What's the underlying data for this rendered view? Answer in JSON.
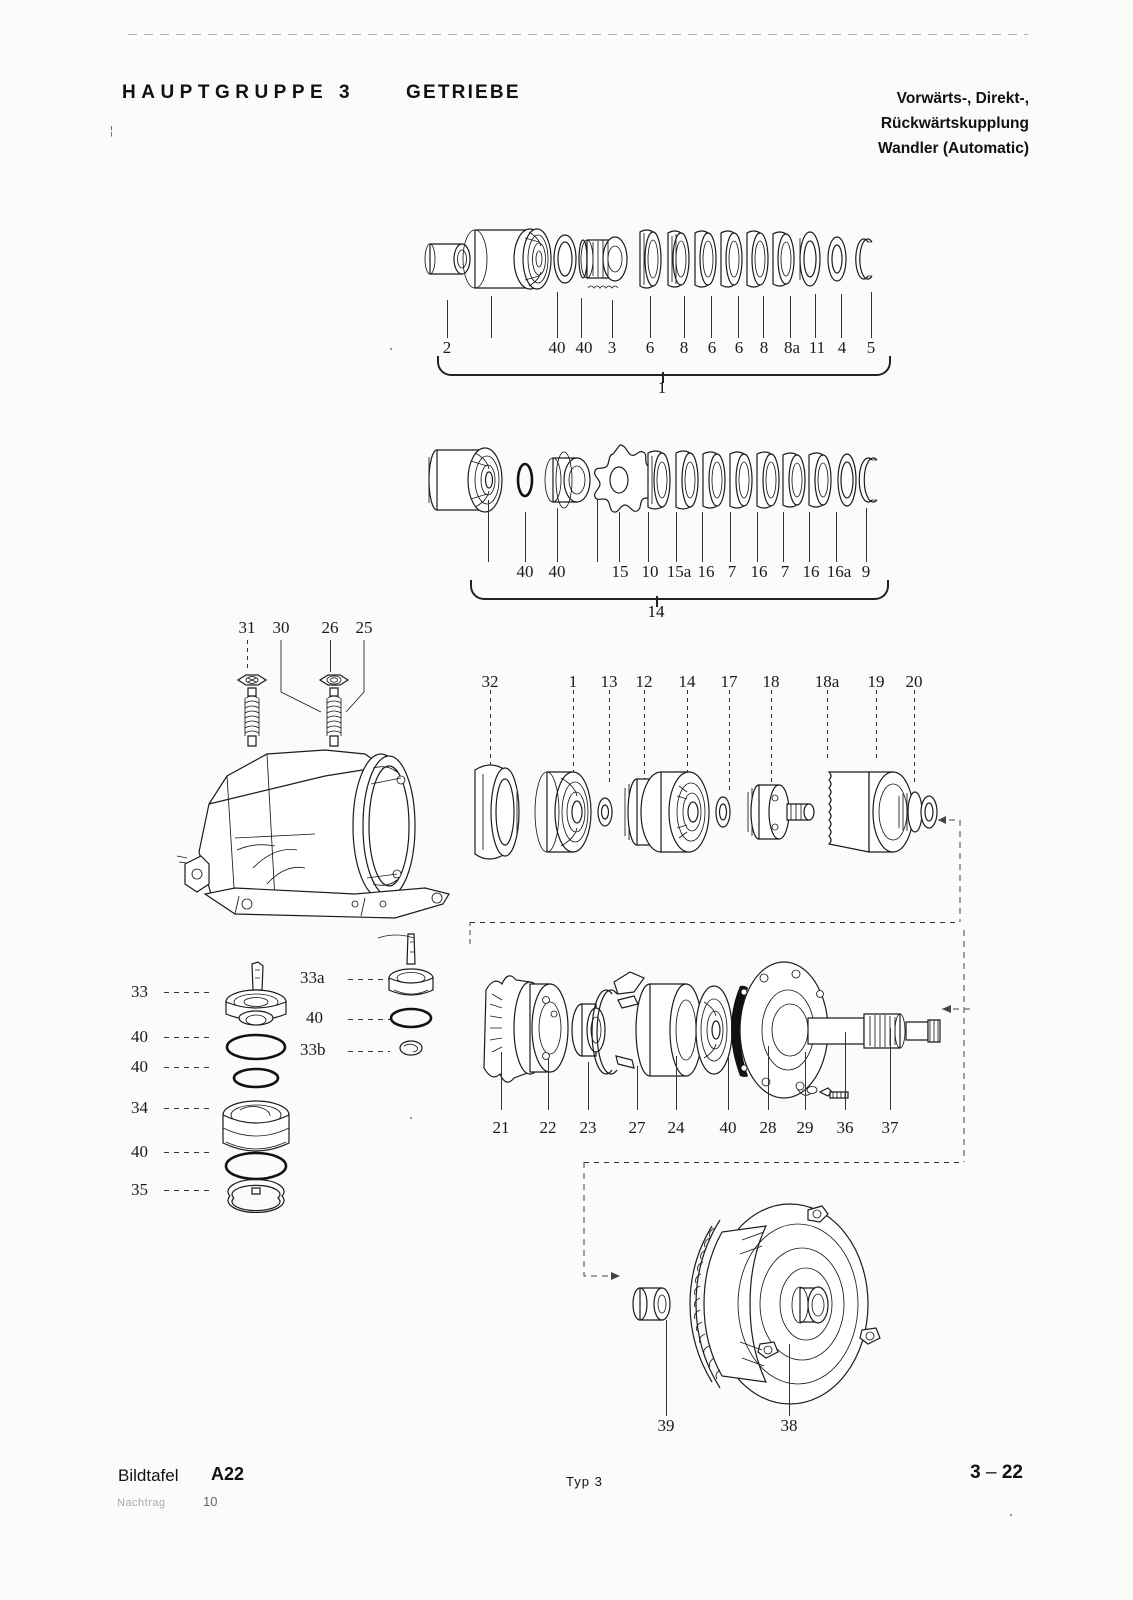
{
  "document": {
    "header": {
      "group_label": "H A U P T G R U P P E  3",
      "group_label_plain": "HAUPTGRUPPE 3",
      "section": "GETRIEBE",
      "subtitle_lines": [
        "Vorwärts-, Direkt-,",
        "Rückwärtskupplung",
        "Wandler (Automatic)"
      ]
    },
    "footer": {
      "plate_label": "Bildtafel",
      "plate_code": "A22",
      "supplement_label": "Nachtrag",
      "supplement_number": "10",
      "type": "Typ  3",
      "page_chapter": "3",
      "page_dash": "–",
      "page_number": "22"
    },
    "colors": {
      "paper": "#fbfbf9",
      "ink": "#1b1b1b",
      "faint": "#a9a9a9"
    }
  },
  "assemblies": {
    "clutch_pack_top": {
      "group_number": "1",
      "callouts": [
        "2",
        "",
        "40",
        "40",
        "3",
        "6",
        "8",
        "6",
        "6",
        "8",
        "8a",
        "11",
        "4",
        "5"
      ]
    },
    "clutch_pack_middle": {
      "group_number": "14",
      "callouts": [
        "",
        "40",
        "40",
        "",
        "15",
        "10",
        "15a",
        "16",
        "7",
        "16",
        "7",
        "16",
        "16a",
        "9"
      ]
    },
    "springs_screws": {
      "callouts": [
        "31",
        "30",
        "26",
        "25"
      ]
    },
    "planetary_row": {
      "callouts": [
        "32",
        "1",
        "13",
        "12",
        "14",
        "17",
        "18",
        "18a",
        "19",
        "20"
      ]
    },
    "governor_column": {
      "callouts": [
        "33",
        "40",
        "40",
        "34",
        "40",
        "35"
      ]
    },
    "governor_column_b": {
      "callouts": [
        "33a",
        "40",
        "33b"
      ]
    },
    "rear_assembly": {
      "callouts": [
        "21",
        "22",
        "23",
        "27",
        "24",
        "40",
        "28",
        "29",
        "36",
        "37"
      ]
    },
    "converter": {
      "callouts": [
        "39",
        "38"
      ]
    }
  }
}
